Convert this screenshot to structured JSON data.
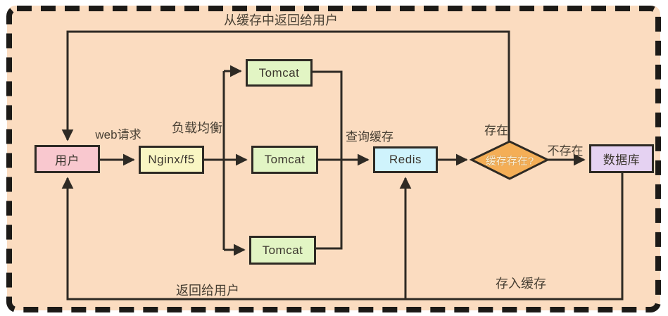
{
  "diagram": {
    "nodes": {
      "user": {
        "label": "用户",
        "fill": "#f9c8cf"
      },
      "nginx": {
        "label": "Nginx/f5",
        "fill": "#f9f6c3"
      },
      "tomcat_top": {
        "label": "Tomcat",
        "fill": "#e2f5c4"
      },
      "tomcat_mid": {
        "label": "Tomcat",
        "fill": "#e2f5c4"
      },
      "tomcat_bottom": {
        "label": "Tomcat",
        "fill": "#e2f5c4"
      },
      "redis": {
        "label": "Redis",
        "fill": "#cff3fc"
      },
      "decision": {
        "label": "缓存存在?",
        "fill": "#f4ae56"
      },
      "database": {
        "label": "数据库",
        "fill": "#e5d2f2"
      }
    },
    "edge_labels": {
      "top_return": "从缓存中返回给用户",
      "web_request": "web请求",
      "load_balance": "负载均衡",
      "query_cache": "查询缓存",
      "exists": "存在",
      "not_exists": "不存在",
      "return_to_user": "返回给用户",
      "store_cache": "存入缓存"
    },
    "colors": {
      "background": "#fbdcc0",
      "line": "#2e2a24",
      "border_dash": "#1c1a17",
      "text": "#473f33",
      "decision_text": "#fbf2da"
    }
  }
}
